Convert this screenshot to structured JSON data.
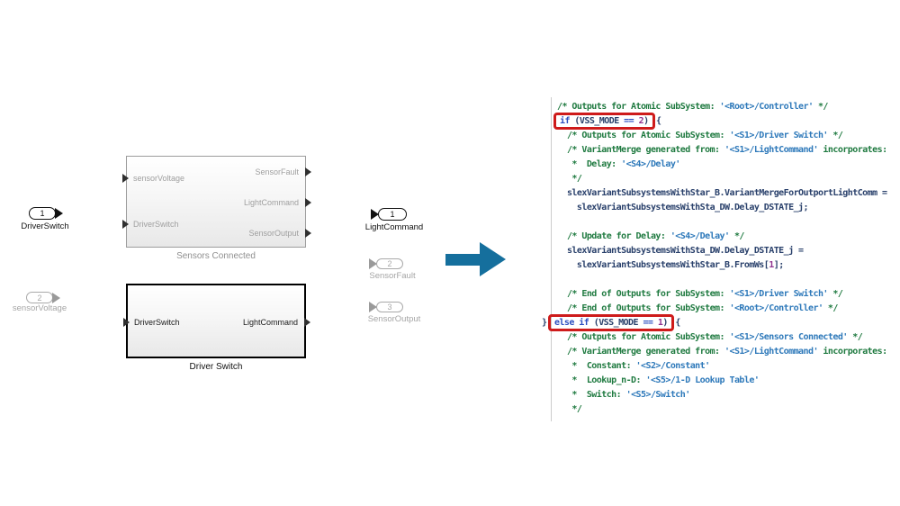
{
  "diagram": {
    "inports": [
      {
        "number": "1",
        "label": "DriverSwitch",
        "state": "active"
      },
      {
        "number": "2",
        "label": "sensorVoltage",
        "state": "inactive"
      }
    ],
    "subsystems": [
      {
        "name": "Sensors Connected",
        "state": "inactive",
        "inputs": [
          "sensorVoltage",
          "DriverSwitch"
        ],
        "outputs": [
          "SensorFault",
          "LightCommand",
          "SensorOutput"
        ]
      },
      {
        "name": "Driver Switch",
        "state": "active",
        "inputs": [
          "DriverSwitch"
        ],
        "outputs": [
          "LightCommand"
        ]
      }
    ],
    "outports": [
      {
        "number": "1",
        "label": "LightCommand",
        "state": "active"
      },
      {
        "number": "2",
        "label": "SensorFault",
        "state": "inactive"
      },
      {
        "number": "3",
        "label": "SensorOutput",
        "state": "inactive"
      }
    ],
    "arrow_color": "#156f9d"
  },
  "code": {
    "colors": {
      "comment": "#1f7a40",
      "link": "#2e79ba",
      "keyword": "#2b4fc0",
      "ident": "#29406b",
      "number": "#8f3390",
      "highlight_border": "#ce1b1b"
    },
    "lines": [
      {
        "segs": [
          {
            "c": "cm",
            "t": "/* Outputs for Atomic SubSystem: "
          },
          {
            "c": "lk",
            "t": "'<Root>/Controller'"
          },
          {
            "c": "cm",
            "t": " */"
          }
        ]
      },
      {
        "segs": [
          {
            "box": [
              {
                "c": "kw",
                "t": "if"
              },
              {
                "c": "id",
                "t": " (VSS_MODE "
              },
              {
                "c": "kw",
                "t": "=="
              },
              {
                "c": "id",
                "t": " "
              },
              {
                "c": "nm",
                "t": "2"
              },
              {
                "c": "id",
                "t": ")"
              }
            ]
          },
          {
            "c": "id",
            "t": " {"
          }
        ]
      },
      {
        "segs": [
          {
            "c": "cm",
            "t": "  /* Outputs for Atomic SubSystem: "
          },
          {
            "c": "lk",
            "t": "'<S1>/Driver Switch'"
          },
          {
            "c": "cm",
            "t": " */"
          }
        ]
      },
      {
        "segs": [
          {
            "c": "cm",
            "t": "  /* VariantMerge generated from: "
          },
          {
            "c": "lk",
            "t": "'<S1>/LightCommand'"
          },
          {
            "c": "cm",
            "t": " incorporates:"
          }
        ]
      },
      {
        "segs": [
          {
            "c": "cm",
            "t": "   *  Delay: "
          },
          {
            "c": "lk",
            "t": "'<S4>/Delay'"
          }
        ]
      },
      {
        "segs": [
          {
            "c": "cm",
            "t": "   */"
          }
        ]
      },
      {
        "segs": [
          {
            "c": "id",
            "t": "  slexVariantSubsystemsWithStar_B.VariantMergeForOutportLightComm ="
          }
        ]
      },
      {
        "segs": [
          {
            "c": "id",
            "t": "    slexVariantSubsystemsWithSta_DW.Delay_DSTATE_j;"
          }
        ]
      },
      {
        "segs": []
      },
      {
        "segs": [
          {
            "c": "cm",
            "t": "  /* Update for Delay: "
          },
          {
            "c": "lk",
            "t": "'<S4>/Delay'"
          },
          {
            "c": "cm",
            "t": " */"
          }
        ]
      },
      {
        "segs": [
          {
            "c": "id",
            "t": "  slexVariantSubsystemsWithSta_DW.Delay_DSTATE_j ="
          }
        ]
      },
      {
        "segs": [
          {
            "c": "id",
            "t": "    slexVariantSubsystemsWithStar_B.FromWs["
          },
          {
            "c": "nm",
            "t": "1"
          },
          {
            "c": "id",
            "t": "];"
          }
        ]
      },
      {
        "segs": []
      },
      {
        "segs": [
          {
            "c": "cm",
            "t": "  /* End of Outputs for SubSystem: "
          },
          {
            "c": "lk",
            "t": "'<S1>/Driver Switch'"
          },
          {
            "c": "cm",
            "t": " */"
          }
        ]
      },
      {
        "segs": [
          {
            "c": "cm",
            "t": "  /* End of Outputs for SubSystem: "
          },
          {
            "c": "lk",
            "t": "'<Root>/Controller'"
          },
          {
            "c": "cm",
            "t": " */"
          }
        ]
      },
      {
        "hang": true,
        "segs": [
          {
            "c": "id",
            "t": "} "
          },
          {
            "box": [
              {
                "c": "kw",
                "t": "else if"
              },
              {
                "c": "id",
                "t": " (VSS_MODE "
              },
              {
                "c": "kw",
                "t": "=="
              },
              {
                "c": "id",
                "t": " "
              },
              {
                "c": "nm",
                "t": "1"
              },
              {
                "c": "id",
                "t": ")"
              }
            ]
          },
          {
            "c": "id",
            "t": " {"
          }
        ]
      },
      {
        "segs": [
          {
            "c": "cm",
            "t": "  /* Outputs for Atomic SubSystem: "
          },
          {
            "c": "lk",
            "t": "'<S1>/Sensors Connected'"
          },
          {
            "c": "cm",
            "t": " */"
          }
        ]
      },
      {
        "segs": [
          {
            "c": "cm",
            "t": "  /* VariantMerge generated from: "
          },
          {
            "c": "lk",
            "t": "'<S1>/LightCommand'"
          },
          {
            "c": "cm",
            "t": " incorporates:"
          }
        ]
      },
      {
        "segs": [
          {
            "c": "cm",
            "t": "   *  Constant: "
          },
          {
            "c": "lk",
            "t": "'<S2>/Constant'"
          }
        ]
      },
      {
        "segs": [
          {
            "c": "cm",
            "t": "   *  Lookup_n-D: "
          },
          {
            "c": "lk",
            "t": "'<S5>/1-D Lookup Table'"
          }
        ]
      },
      {
        "segs": [
          {
            "c": "cm",
            "t": "   *  Switch: "
          },
          {
            "c": "lk",
            "t": "'<S5>/Switch'"
          }
        ]
      },
      {
        "segs": [
          {
            "c": "cm",
            "t": "   */"
          }
        ]
      }
    ]
  }
}
